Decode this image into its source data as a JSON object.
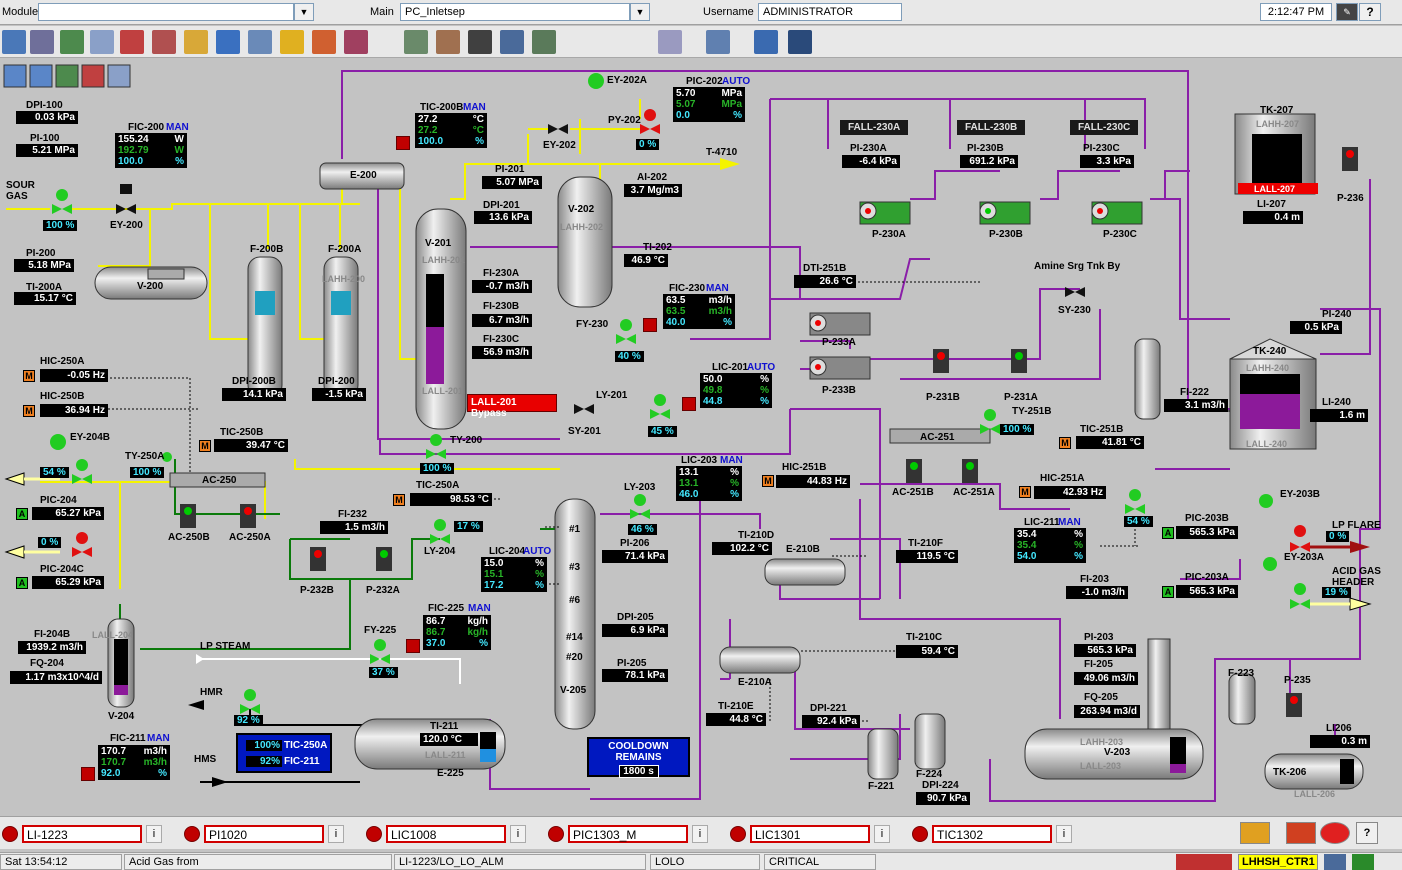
{
  "header": {
    "module_label": "Module",
    "module_value": "",
    "main_label": "Main",
    "main_value": "PC_Inletsep",
    "username_label": "Username",
    "username_value": "ADMINISTRATOR",
    "time": "2:12:47 PM",
    "help": "?"
  },
  "labels": {
    "sour_gas": "SOUR\nGAS",
    "ey200": "EY-200",
    "v200": "V-200",
    "f200b": "F-200B",
    "f200a": "F-200A",
    "lahh200": "LAHH-200",
    "e200": "E-200",
    "v201": "V-201",
    "lahh201": "LAHH-201",
    "lall201": "LALL-201",
    "ty200": "TY-200",
    "v202": "V-202",
    "lahh202": "LAHH-202",
    "ey202": "EY-202",
    "ey202a": "EY-202A",
    "py202": "PY-202",
    "t4710": "T-4710",
    "ai202": "AI-202",
    "ti202": "TI-202",
    "fy230": "FY-230",
    "fic230": "FIC-230",
    "lic201": "LIC-201",
    "ly201": "LY-201",
    "sy201": "SY-201",
    "fall230a": "FALL-230A",
    "fall230b": "FALL-230B",
    "fall230c": "FALL-230C",
    "p230a": "P-230A",
    "p230b": "P-230B",
    "p230c": "P-230C",
    "tk207": "TK-207",
    "lahh207": "LAHH-207",
    "lall207": "LALL-207",
    "p236": "P-236",
    "amine": "Amine Srg Tnk By",
    "sy230": "SY-230",
    "p233a": "P-233A",
    "p233b": "P-233B",
    "p231b": "P-231B",
    "p231a": "P-231A",
    "ty251b": "TY-251B",
    "ac251": "AC-251",
    "ac251b": "AC-251B",
    "ac251a": "AC-251A",
    "tk240": "TK-240",
    "lahh240": "LAHH-240",
    "lall240": "LALL-240",
    "hic250a": "HIC-250A",
    "hic250b": "HIC-250B",
    "ey204b": "EY-204B",
    "ty250a": "TY-250A",
    "ac250": "AC-250",
    "ac250b": "AC-250B",
    "ac250a": "AC-250A",
    "tic250b": "TIC-250B",
    "tic250a": "TIC-250A",
    "fi232": "FI-232",
    "ly204": "LY-204",
    "p232b": "P-232B",
    "p232a": "P-232A",
    "ly203": "LY-203",
    "lic203": "LIC-203",
    "pi206": "PI-206",
    "lic204": "LIC-204",
    "fic225": "FIC-225",
    "fy225": "FY-225",
    "lp_steam": "LP STEAM",
    "v204": "V-204",
    "lall204": "LALL-204",
    "hmr": "HMR",
    "hms": "HMS",
    "fic211": "FIC-211",
    "e225": "E-225",
    "lall211": "LALL-211",
    "ti211": "TI-211",
    "v205": "V-205",
    "tray1": "#1",
    "tray3": "#3",
    "tray6": "#6",
    "tray14": "#14",
    "tray20": "#20",
    "dpi205": "DPI-205",
    "pi205": "PI-205",
    "hic251b": "HIC-251B",
    "hic251a": "HIC-251A",
    "e210b": "E-210B",
    "e210a": "E-210A",
    "lic211": "LIC-211",
    "ey203b": "EY-203B",
    "ey203a": "EY-203A",
    "lp_flare": "LP FLARE",
    "acid_gas": "ACID GAS\nHEADER",
    "v203": "V-203",
    "lahh203": "LAHH-203",
    "lall203": "LALL-203",
    "f223": "F-223",
    "p235": "P-235",
    "tk206": "TK-206",
    "lall206": "LALL-206",
    "f221": "F-221",
    "f224": "F-224",
    "ti210d": "TI-210D",
    "ti210f": "TI-210F",
    "ti210c": "TI-210C",
    "ti210e": "TI-210E",
    "dpi221": "DPI-221",
    "dpi224": "DPI-224",
    "fi203": "FI-203",
    "pi203": "PI-203",
    "fi205": "FI-205",
    "fq205": "FQ-205",
    "pic203b": "PIC-203B",
    "pic203a": "PIC-203A",
    "fi222": "FI-222",
    "tic251b": "TIC-251B",
    "pi240": "PI-240",
    "li240": "LI-240",
    "li206": "LI206",
    "li207": "LI-207",
    "pic202": "PIC-202",
    "tic200b": "TIC-200B",
    "fic200": "FIC-200",
    "dpi100": "DPI-100",
    "pi100": "PI-100",
    "pi200": "PI-200",
    "ti200a": "TI-200A",
    "pi201": "PI-201",
    "dpi201": "DPI-201",
    "fi230a": "FI-230A",
    "fi230b": "FI-230B",
    "fi230c": "FI-230C",
    "pi230a": "PI-230A",
    "pi230b": "PI-230B",
    "pi230c": "PI-230C",
    "dti251b": "DTI-251B",
    "dpi200b": "DPI-200B",
    "dpi200": "DPI-200",
    "pic204": "PIC-204",
    "pic204c": "PIC-204C",
    "fi204b": "FI-204B",
    "fq204": "FQ-204",
    "bypass": "LALL-201 Bypass",
    "cooldown": "COOLDOWN\nREMAINS",
    "tic250a_mini": "TIC-250A",
    "fic211_mini": "FIC-211"
  },
  "values": {
    "dpi100": "0.03 kPa",
    "pi100": "5.21 MPa",
    "pi200": "5.18 MPa",
    "ti200a": "15.17 °C",
    "pi201": "5.07 MPa",
    "dpi201": "13.6 kPa",
    "fi230a": "-0.7 m3/h",
    "fi230b": "6.7 m3/h",
    "fi230c": "56.9 m3/h",
    "ai202": "3.7 Mg/m3",
    "ti202": "46.9 °C",
    "pi230a": "-6.4 kPa",
    "pi230b": "691.2 kPa",
    "pi230c": "3.3 kPa",
    "li207": "0.4 m",
    "dti251b": "26.6 °C",
    "pi240": "0.5 kPa",
    "li240": "1.6 m",
    "fi222": "3.1 m3/h",
    "tic251b": "41.81 °C",
    "hic250a": "-0.05 Hz",
    "hic250b": "36.94 Hz",
    "tic250b": "39.47 °C",
    "tic250a": "98.53 °C",
    "fi232": "1.5 m3/h",
    "pi206": "71.4 kPa",
    "dpi205": "6.9 kPa",
    "pi205": "78.1 kPa",
    "pic204": "65.27 kPa",
    "pic204c": "65.29 kPa",
    "fi204b": "1939.2 m3/h",
    "fq204": "1.17 m3x10^4/d",
    "hic251b": "44.83 Hz",
    "hic251a": "42.93 Hz",
    "ti210d": "102.2 °C",
    "ti210f": "119.5 °C",
    "ti210c": "59.4 °C",
    "ti210e": "44.8 °C",
    "dpi221": "92.4 kPa",
    "dpi224": "90.7 kPa",
    "ti211": "120.0 °C",
    "fi203": "-1.0 m3/h",
    "pi203": "565.3 kPa",
    "fi205": "49.06 m3/h",
    "fq205": "263.94 m3/d",
    "pic203b": "565.3 kPa",
    "pic203a": "565.3 kPa",
    "li206": "0.3 m",
    "dpi200b": "14.1 kPa",
    "dpi200": "-1.5 kPa",
    "cooldown": "1800 s"
  },
  "percents": {
    "sour": "100 %",
    "py202": "0 %",
    "fy230": "40 %",
    "ly201": "45 %",
    "ty200": "100 %",
    "ty250a": "100 %",
    "ey204": "54 %",
    "pic204c": "0 %",
    "ly204": "17 %",
    "ly203": "46 %",
    "fy225": "37 %",
    "hmr": "92 %",
    "ty251b": "100 %",
    "sy_54": "54 %",
    "lpflare": "0 %",
    "acid": "19 %",
    "mini1": "100%",
    "mini2": "92%"
  },
  "blocks": {
    "fic200": {
      "mode": "MAN",
      "pv": "155.24",
      "sp": "192.79",
      "op": "100.0",
      "u1": "W",
      "u2": "W",
      "u3": "%"
    },
    "tic200b": {
      "mode": "MAN",
      "pv": "27.2",
      "sp": "27.2",
      "op": "100.0",
      "u1": "°C",
      "u2": "°C",
      "u3": "%"
    },
    "pic202": {
      "mode": "AUTO",
      "pv": "5.70",
      "sp": "5.07",
      "op": "0.0",
      "u1": "MPa",
      "u2": "MPa",
      "u3": "%"
    },
    "fic230": {
      "mode": "MAN",
      "pv": "63.5",
      "sp": "63.5",
      "op": "40.0",
      "u1": "m3/h",
      "u2": "m3/h",
      "u3": "%"
    },
    "lic201": {
      "mode": "AUTO",
      "pv": "50.0",
      "sp": "49.8",
      "op": "44.8",
      "u1": "%",
      "u2": "%",
      "u3": "%"
    },
    "lic203": {
      "mode": "MAN",
      "pv": "13.1",
      "sp": "13.1",
      "op": "46.0",
      "u1": "%",
      "u2": "%",
      "u3": "%"
    },
    "lic204": {
      "mode": "AUTO",
      "pv": "15.0",
      "sp": "15.1",
      "op": "17.2",
      "u1": "%",
      "u2": "%",
      "u3": "%"
    },
    "fic225": {
      "mode": "MAN",
      "pv": "86.7",
      "sp": "86.7",
      "op": "37.0",
      "u1": "kg/h",
      "u2": "kg/h",
      "u3": "%"
    },
    "fic211": {
      "mode": "MAN",
      "pv": "170.7",
      "sp": "170.7",
      "op": "92.0",
      "u1": "m3/h",
      "u2": "m3/h",
      "u3": "%"
    },
    "lic211": {
      "mode": "MAN",
      "pv": "35.4",
      "sp": "35.4",
      "op": "54.0",
      "u1": "%",
      "u2": "%",
      "u3": "%"
    }
  },
  "alarms": [
    {
      "tag": "LI-1223",
      "info": "i"
    },
    {
      "tag": "PI1020",
      "info": "i"
    },
    {
      "tag": "LIC1008",
      "info": "i"
    },
    {
      "tag": "PIC1303_M",
      "info": "i"
    },
    {
      "tag": "LIC1301",
      "info": "i"
    },
    {
      "tag": "TIC1302",
      "info": "i"
    }
  ],
  "status": {
    "time": "Sat 13:54:12",
    "msg": "Acid Gas from",
    "tag": "LI-1223/LO_LO_ALM",
    "level": "LOLO",
    "priority": "CRITICAL",
    "node": "LHHSH_CTR1"
  },
  "colors": {
    "yellow_line": "#f4f400",
    "purple_line": "#8a1ea8",
    "green_line": "#0b7a0b",
    "white_line": "#ffffff",
    "black_line": "#000000",
    "valve_green": "#22cc22",
    "valve_red": "#e01010",
    "alarm_red": "#e00000"
  }
}
